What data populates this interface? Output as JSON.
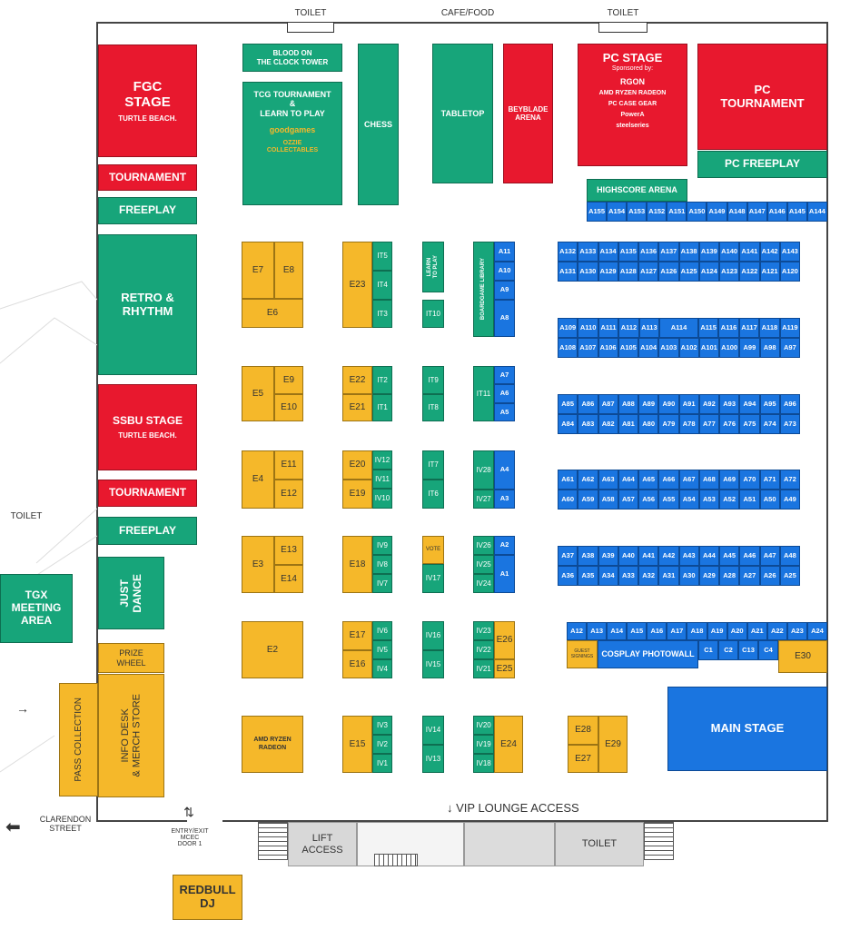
{
  "facilities": {
    "toilet_top_left": "TOILET",
    "cafe_food": "CAFE/FOOD",
    "toilet_top_right": "TOILET",
    "toilet_left": "TOILET",
    "toilet_bottom": "TOILET",
    "clarendon_street": "CLARENDON\nSTREET",
    "entry_exit": "ENTRY/EXIT\nMCEC\nDOOR 1",
    "vip_lounge": "↓ VIP LOUNGE ACCESS",
    "lift_access": "LIFT\nACCESS",
    "redbull_dj": "REDBULL\nDJ"
  },
  "zones": {
    "fgc_stage": "FGC\nSTAGE",
    "fgc_sponsor": "TURTLE BEACH.",
    "tournament_1": "TOURNAMENT",
    "freeplay_1": "FREEPLAY",
    "retro_rhythm": "RETRO &\nRHYTHM",
    "ssbu_stage": "SSBU STAGE",
    "ssbu_sponsor": "TURTLE BEACH.",
    "tournament_2": "TOURNAMENT",
    "freeplay_2": "FREEPLAY",
    "just_dance": "JUST\nDANCE",
    "tgx_meeting": "TGX\nMEETING\nAREA",
    "prize_wheel": "PRIZE\nWHEEL",
    "info_desk": "INFO DESK\n& MERCH STORE",
    "pass_collection": "PASS COLLECTION",
    "blood_clocktower": "BLOOD ON\nTHE CLOCK TOWER",
    "tcg_tournament": "TCG TOURNAMENT\n&\nLEARN TO PLAY",
    "tcg_logo1": "goodgames",
    "tcg_logo2": "OZZIE\nCOLLECTABLES",
    "chess": "CHESS",
    "tabletop": "TABLETOP",
    "beyblade": "BEYBLADE\nARENA",
    "pc_stage": "PC STAGE",
    "pc_sponsored_by": "Sponsored by:",
    "pc_sponsor_1": "RGON",
    "pc_sponsor_2": "AMD RYZEN RADEON",
    "pc_sponsor_3": "PC CASE GEAR",
    "pc_sponsor_4": "PowerA",
    "pc_sponsor_5": "steelseries",
    "pc_tournament": "PC\nTOURNAMENT",
    "pc_freeplay": "PC FREEPLAY",
    "highscore_arena": "HIGHSCORE ARENA",
    "boardgame_library": "BOARDGAME LIBRARY",
    "learn_to_play": "LEARN\nTO PLAY",
    "vote": "VOTE",
    "guest_signings": "GUEST\nSIGNINGS",
    "cosplay_photowall": "COSPLAY PHOTOWALL",
    "main_stage": "MAIN STAGE",
    "amd_booth": "AMD RYZEN RADEON"
  },
  "stalls": {
    "e7": "E7",
    "e8": "E8",
    "e6": "E6",
    "e23": "E23",
    "e5": "E5",
    "e9": "E9",
    "e10": "E10",
    "e22": "E22",
    "e21": "E21",
    "e4": "E4",
    "e11": "E11",
    "e12": "E12",
    "e20": "E20",
    "e19": "E19",
    "e3": "E3",
    "e13": "E13",
    "e14": "E14",
    "e18": "E18",
    "e2": "E2",
    "e17": "E17",
    "e16": "E16",
    "e26": "E26",
    "e25": "E25",
    "e15": "E15",
    "e24": "E24",
    "e28": "E28",
    "e27": "E27",
    "e29": "E29",
    "e30": "E30",
    "it5": "IT5",
    "it4": "IT4",
    "it3": "IT3",
    "it2": "IT2",
    "it1": "IT1",
    "it10": "IT10",
    "it9": "IT9",
    "it8": "IT8",
    "it7": "IT7",
    "it6": "IT6",
    "it11": "IT11",
    "iv12": "IV12",
    "iv11": "IV11",
    "iv10": "IV10",
    "iv9": "IV9",
    "iv8": "IV8",
    "iv7": "IV7",
    "iv6": "IV6",
    "iv5": "IV5",
    "iv4": "IV4",
    "iv3": "IV3",
    "iv2": "IV2",
    "iv1": "IV1",
    "iv17": "IV17",
    "iv16": "IV16",
    "iv15": "IV15",
    "iv14": "IV14",
    "iv13": "IV13",
    "iv28": "IV28",
    "iv27": "IV27",
    "iv26": "IV26",
    "iv25": "IV25",
    "iv24": "IV24",
    "iv23": "IV23",
    "iv22": "IV22",
    "iv21": "IV21",
    "iv20": "IV20",
    "iv19": "IV19",
    "iv18": "IV18",
    "a11": "A11",
    "a10": "A10",
    "a9": "A9",
    "a8": "A8",
    "a7": "A7",
    "a6": "A6",
    "a5": "A5",
    "a4": "A4",
    "a3": "A3",
    "a2": "A2",
    "a1": "A1",
    "c1": "C1",
    "c2": "C2",
    "c13": "C13",
    "c4": "C4"
  },
  "rows": {
    "r155": [
      "A155",
      "A154",
      "A153",
      "A152",
      "A151",
      "A150",
      "A149",
      "A148",
      "A147",
      "A146",
      "A145",
      "A144"
    ],
    "r132": [
      "A132",
      "A133",
      "A134",
      "A135",
      "A136",
      "A137",
      "A138",
      "A139",
      "A140",
      "A141",
      "A142",
      "A143"
    ],
    "r131": [
      "A131",
      "A130",
      "A129",
      "A128",
      "A127",
      "A126",
      "A125",
      "A124",
      "A123",
      "A122",
      "A121",
      "A120"
    ],
    "r109": [
      "A109",
      "A110",
      "A111",
      "A112",
      "A113",
      "A114",
      "A115",
      "A116",
      "A117",
      "A118",
      "A119"
    ],
    "r108": [
      "A108",
      "A107",
      "A106",
      "A105",
      "A104",
      "A103",
      "A102",
      "A101",
      "A100",
      "A99",
      "A98",
      "A97"
    ],
    "r85": [
      "A85",
      "A86",
      "A87",
      "A88",
      "A89",
      "A90",
      "A91",
      "A92",
      "A93",
      "A94",
      "A95",
      "A96"
    ],
    "r84": [
      "A84",
      "A83",
      "A82",
      "A81",
      "A80",
      "A79",
      "A78",
      "A77",
      "A76",
      "A75",
      "A74",
      "A73"
    ],
    "r61": [
      "A61",
      "A62",
      "A63",
      "A64",
      "A65",
      "A66",
      "A67",
      "A68",
      "A69",
      "A70",
      "A71",
      "A72"
    ],
    "r60": [
      "A60",
      "A59",
      "A58",
      "A57",
      "A56",
      "A55",
      "A54",
      "A53",
      "A52",
      "A51",
      "A50",
      "A49"
    ],
    "r37": [
      "A37",
      "A38",
      "A39",
      "A40",
      "A41",
      "A42",
      "A43",
      "A44",
      "A45",
      "A46",
      "A47",
      "A48"
    ],
    "r36": [
      "A36",
      "A35",
      "A34",
      "A33",
      "A32",
      "A31",
      "A30",
      "A29",
      "A28",
      "A27",
      "A26",
      "A25"
    ],
    "r12": [
      "A12",
      "A13",
      "A14",
      "A15",
      "A16",
      "A17",
      "A18",
      "A19",
      "A20",
      "A21",
      "A22",
      "A23",
      "A24"
    ]
  },
  "colors": {
    "red": "#e8182e",
    "green": "#17a57a",
    "yellow": "#f5b82a",
    "blue": "#1a75e0",
    "grey": "#d8d8d8"
  }
}
